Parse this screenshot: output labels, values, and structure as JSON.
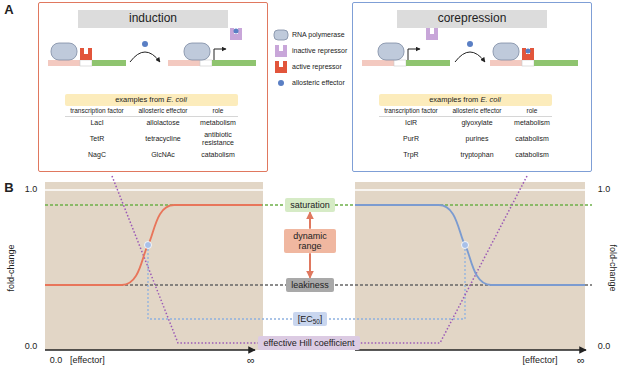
{
  "diagram": {
    "nodes": [
      {
        "text": [
          "induction"
        ]
      },
      {
        "text": [
          "examples from E. coli"
        ],
        "in": 0
      },
      {
        "text": [
          "corepression"
        ]
      },
      {
        "text": [
          "examples from E. coli"
        ],
        "in": 2
      },
      {
        "text": [
          "saturation"
        ]
      },
      {
        "text": [
          "dynamic range"
        ]
      },
      {
        "text": [
          "leakiness"
        ]
      },
      {
        "text": [
          "[EC50]"
        ]
      },
      {
        "text": [
          "effective Hill coefficient"
        ]
      }
    ],
    "edges": [
      {
        "from": 5,
        "to": 4,
        "arrow": "to"
      },
      {
        "from": 5,
        "to": 6,
        "arrow": "to"
      }
    ],
    "labels": [
      "A",
      "transcription factor",
      "allosteric effector",
      "role",
      "LacI",
      "allolactose",
      "metabolism",
      "TetR",
      "tetracycline",
      "antibiotic resistance",
      "NagC",
      "GlcNAc",
      "catabolism",
      "transcription factor",
      "allosteric effector",
      "role",
      "IclR",
      "glyoxylate",
      "metabolism",
      "PurR",
      "purines",
      "catabolism",
      "TrpR",
      "tryptophan",
      "catabolism",
      "B",
      "1.0",
      "fold-change",
      "0.0",
      "0.0",
      "[effector]",
      "∞",
      "1.0",
      "fold-change",
      "0.0",
      "[effector]",
      "∞"
    ],
    "legend": [
      {
        "text": "RNA polymerase"
      },
      {
        "text": "inactive repressor"
      },
      {
        "text": "active repressor"
      },
      {
        "text": "allosteric effector"
      }
    ]
  }
}
